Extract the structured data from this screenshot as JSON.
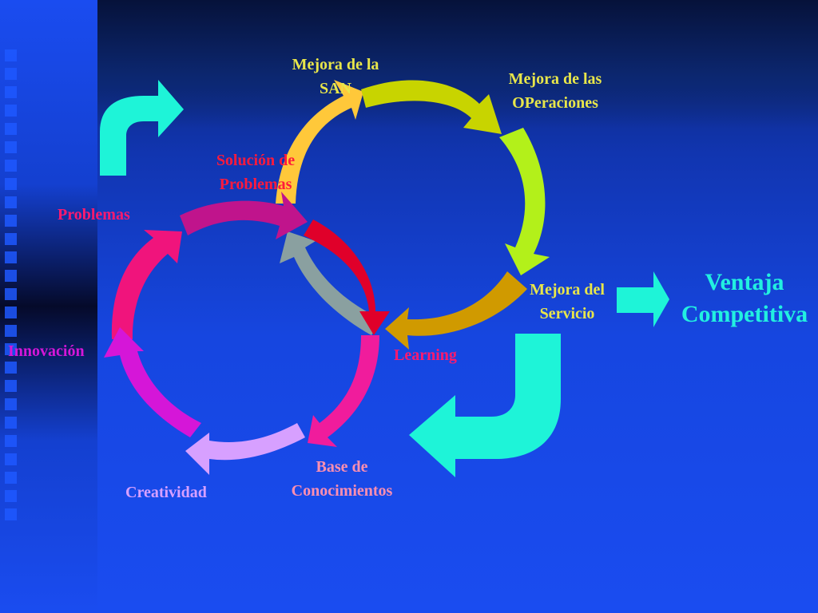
{
  "labels": {
    "mejora_san": [
      "Mejora de la",
      "SAN"
    ],
    "mejora_operaciones": [
      "Mejora de las",
      "OPeraciones"
    ],
    "mejora_servicio": [
      "Mejora del",
      "Servicio"
    ],
    "solucion_problemas": [
      "Solución de",
      "Problemas"
    ],
    "problemas": "Problemas",
    "innovacion": "Innovación",
    "creatividad": "Creatividad",
    "base_conocimientos": [
      "Base de",
      "Conocimientos"
    ],
    "learning": "Learning",
    "ventaja_competitiva": [
      "Ventaja",
      "Competitiva"
    ]
  },
  "colors": {
    "label_yellow": "#e8e64a",
    "label_red": "#ff1a3c",
    "label_magenta": "#d516d8",
    "label_lavender": "#d7a0ff",
    "label_pink": "#ff8fb0",
    "label_cyan": "#22f0e0",
    "arrow_cyan": "#1ef4d8"
  }
}
